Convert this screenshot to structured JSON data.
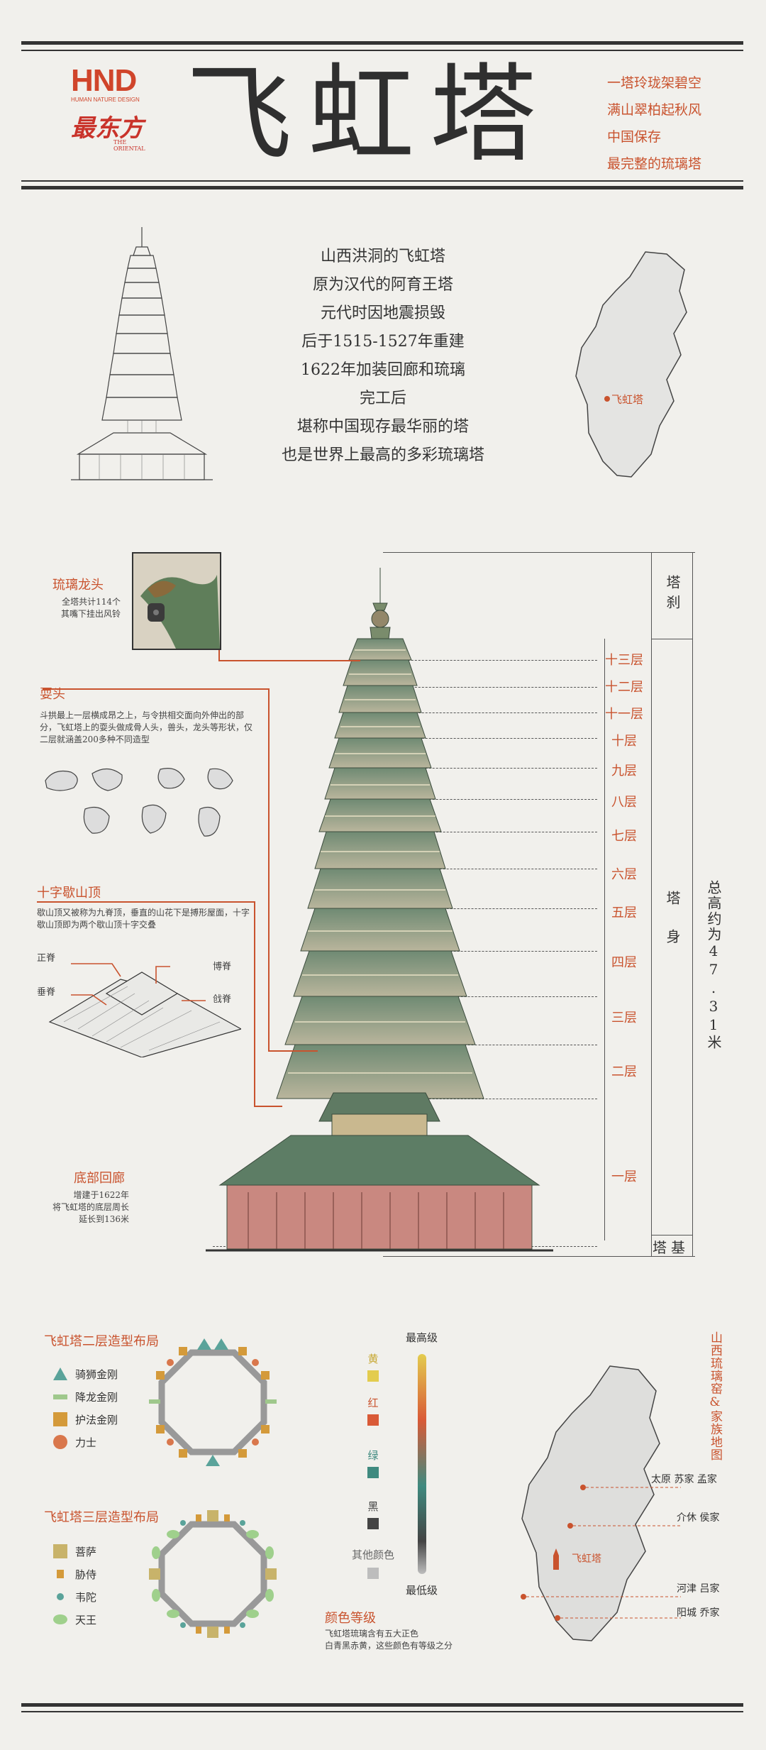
{
  "brand": {
    "hnd": "HND",
    "hnd_sub": "HUMAN NATURE DESIGN",
    "oriental_cn": "最东方",
    "oriental_en": "THE ORIENTAL"
  },
  "title": "飞虹塔",
  "tagline": [
    "一塔玲珑架碧空",
    "满山翠柏起秋风",
    "中国保存",
    "最完整的琉璃塔"
  ],
  "intro": [
    "山西洪洞的飞虹塔",
    "原为汉代的阿育王塔",
    "元代时因地震损毁",
    "后于1515-1527年重建",
    "1622年加装回廊和琉璃",
    "完工后",
    "堪称中国现存最华丽的塔",
    "也是世界上最高的多彩琉璃塔"
  ],
  "map_top_label": "飞虹塔",
  "details": {
    "dragon": {
      "title": "琉璃龙头",
      "desc": [
        "全塔共计114个",
        "其嘴下挂出风铃"
      ]
    },
    "shuatou": {
      "title": "耍头",
      "desc": "斗拱最上一层横成昂之上，与令拱相交面向外伸出的部分，飞虹塔上的耍头做成骨人头，兽头，龙头等形状，仅二层就涵盖200多种不同造型"
    },
    "roof": {
      "title": "十字歇山顶",
      "desc": "歇山顶又被称为九脊顶，垂直的山花下是搏形屋面，十字歇山顶即为两个歇山顶十字交叠",
      "parts": [
        "正脊",
        "垂脊",
        "博脊",
        "戗脊"
      ]
    },
    "corridor": {
      "title": "底部回廊",
      "desc": [
        "增建于1622年",
        "将飞虹塔的底层周长",
        "延长到136米"
      ]
    }
  },
  "sections": [
    "塔刹",
    "塔身",
    "塔基"
  ],
  "height_note": "总高约为47.31米",
  "floors": [
    "十三层",
    "十二层",
    "十一层",
    "十层",
    "九层",
    "八层",
    "七层",
    "六层",
    "五层",
    "四层",
    "三层",
    "二层",
    "一层"
  ],
  "layout2": {
    "title": "飞虹塔二层造型布局",
    "items": [
      {
        "icon": "triangle",
        "color": "#5aa39a",
        "label": "骑狮金刚"
      },
      {
        "icon": "bar",
        "color": "#9fc88c",
        "label": "降龙金刚"
      },
      {
        "icon": "square",
        "color": "#d49a3a",
        "label": "护法金刚"
      },
      {
        "icon": "circle",
        "color": "#d9774c",
        "label": "力士"
      }
    ]
  },
  "layout3": {
    "title": "飞虹塔三层造型布局",
    "items": [
      {
        "icon": "square",
        "color": "#c8b36a",
        "label": "菩萨"
      },
      {
        "icon": "smallsq",
        "color": "#d49a3a",
        "label": "胁侍"
      },
      {
        "icon": "dot",
        "color": "#5aa39a",
        "label": "韦陀"
      },
      {
        "icon": "ellipse",
        "color": "#9fd08c",
        "label": "天王"
      }
    ]
  },
  "colors": {
    "items": [
      {
        "label": "黄",
        "hex": "#e3cc4e"
      },
      {
        "label": "红",
        "hex": "#d95a37"
      },
      {
        "label": "绿",
        "hex": "#3f8a7f"
      },
      {
        "label": "黑",
        "hex": "#444444"
      },
      {
        "label": "其他颜色",
        "hex": "#bdbdbd"
      }
    ],
    "top": "最高级",
    "bottom": "最低级",
    "title": "颜色等级",
    "desc": [
      "飞虹塔琉璃含有五大正色",
      "白青黑赤黄，这些颜色有等级之分"
    ]
  },
  "family_map": {
    "title": "山西琉璃窑&家族地图",
    "labels": [
      "太原 苏家 孟家",
      "介休 侯家",
      "河津 吕家",
      "阳城 乔家"
    ],
    "pagoda": "飞虹塔"
  }
}
